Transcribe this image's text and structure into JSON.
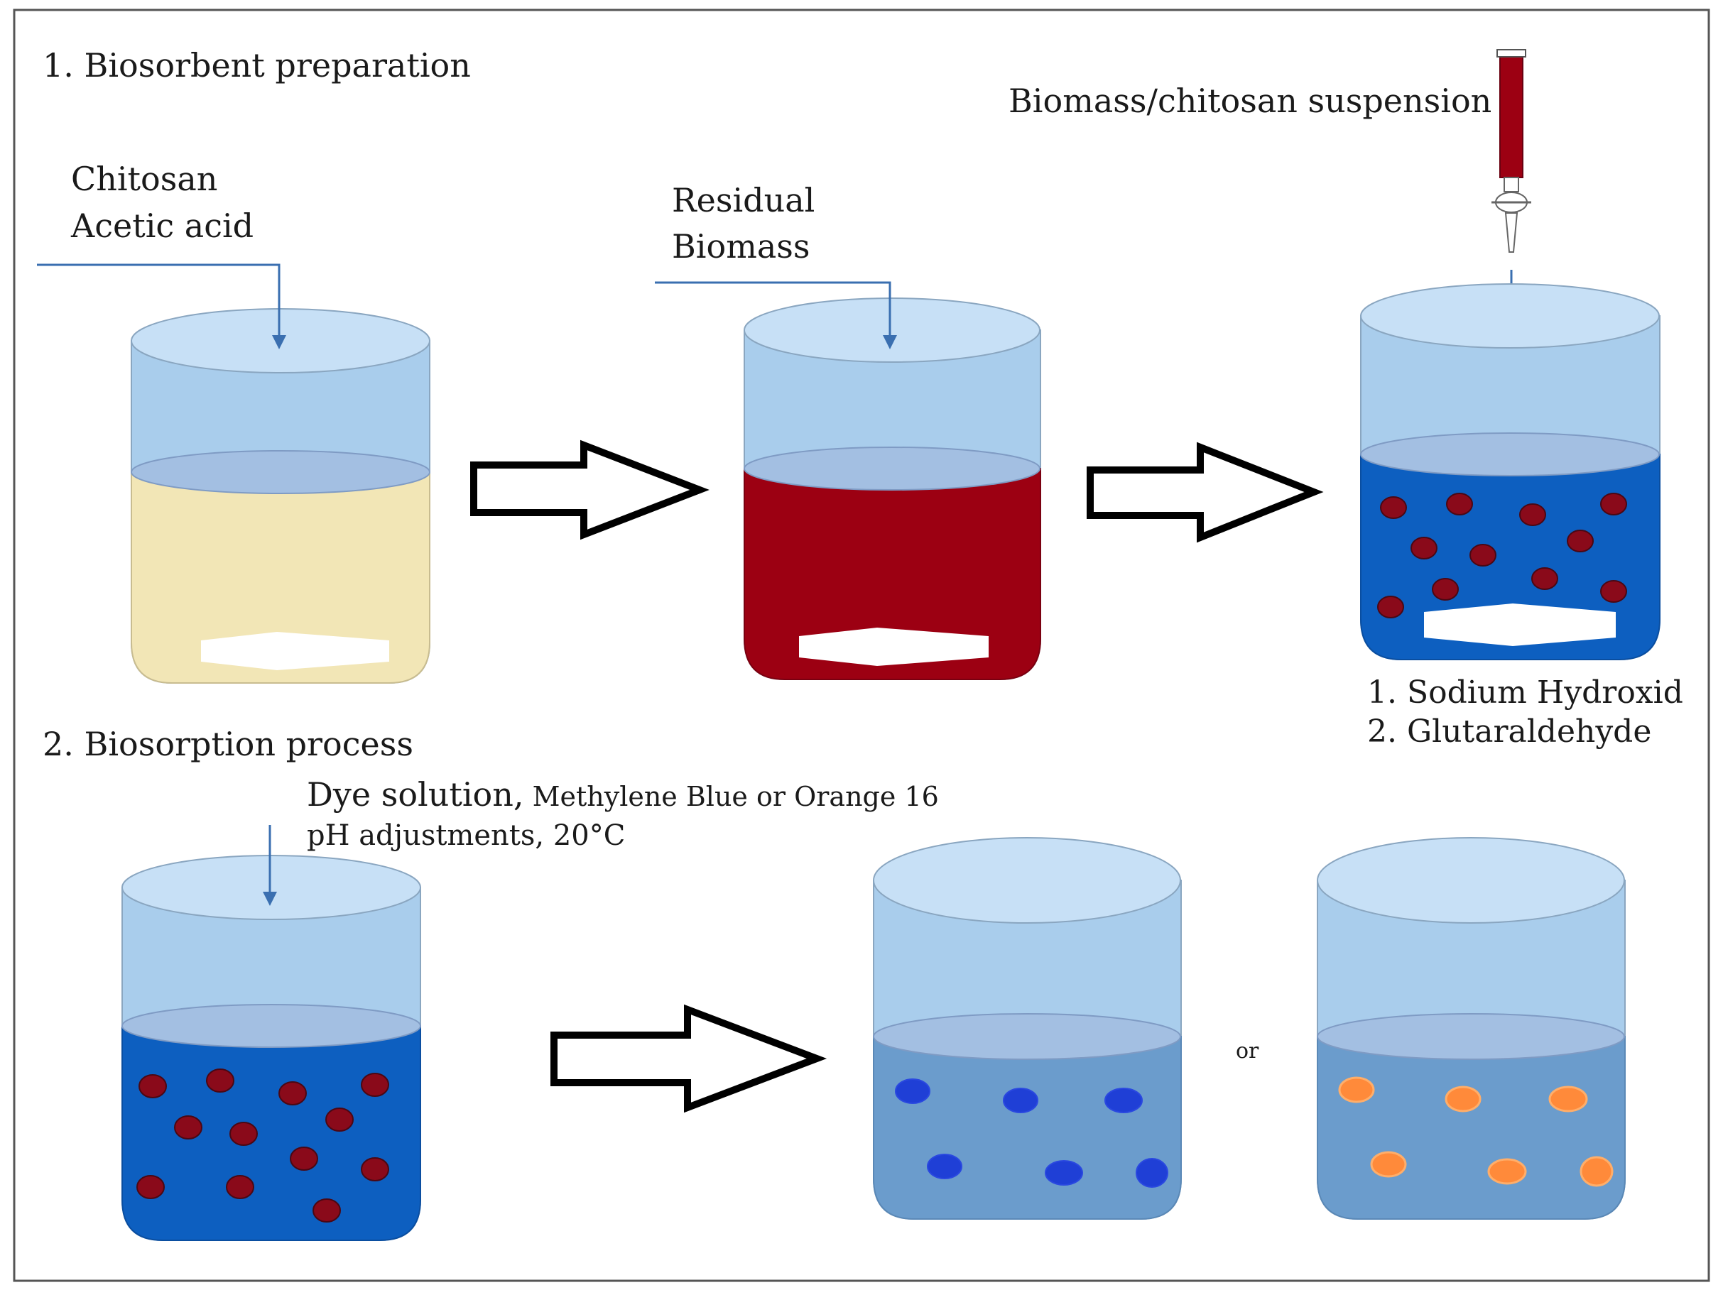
{
  "step1": {
    "title": "1. Biosorbent preparation",
    "beaker1_inputs": [
      "Chitosan",
      "Acetic acid"
    ],
    "beaker2_inputs": [
      "Residual",
      "Biomass"
    ],
    "burette_label": "Biomass/chitosan suspension",
    "beaker3_reagents": [
      "1. Sodium Hydroxid",
      "2. Glutaraldehyde"
    ]
  },
  "step2": {
    "title": "2. Biosorption process",
    "dye_main": "Dye solution,",
    "dye_detail": " Methylene Blue or Orange 16",
    "conditions": "pH adjustments, 20°C",
    "or_label": "or"
  },
  "colors": {
    "beaker_top": "#a9cdec",
    "beaker_rim": "#c7e0f6",
    "chitosan_solution": "#f2e6b6",
    "biomass_solution": "#9c0012",
    "suspension_blue": "#0d5fc0",
    "result_liquid": "#6b9ccc",
    "bead_red": "#8a0a1a",
    "bead_blue": "#1f3fd6",
    "bead_orange": "#ff8a3a",
    "arrow_line": "#3a6fb0"
  }
}
